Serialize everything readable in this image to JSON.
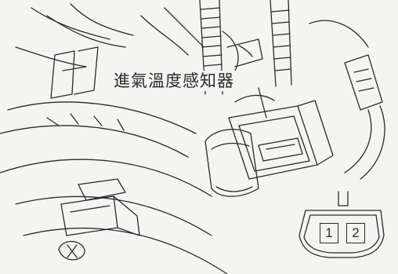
{
  "diagram": {
    "sensor_label": "進氣溫度感知器",
    "connector_pins": [
      "1",
      "2"
    ],
    "line_color": "#2a2a2a",
    "background_color": "#f4f4f2"
  }
}
